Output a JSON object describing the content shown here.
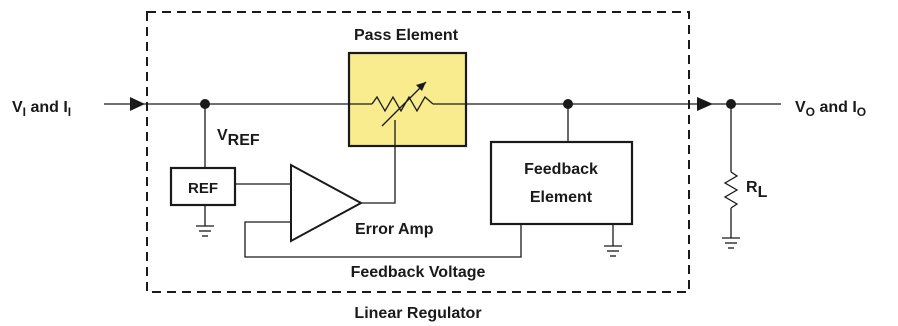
{
  "labels": {
    "input_main": "V",
    "input_main_sub": "I",
    "input_and": " and I",
    "input_and_sub": "I",
    "output_main": "V",
    "output_main_sub": "O",
    "output_and": " and I",
    "output_and_sub": "O",
    "vref_main": "V",
    "vref_sub": "REF",
    "ref_block": "REF",
    "pass_element": "Pass Element",
    "feedback_element_line1": "Feedback",
    "feedback_element_line2": "Element",
    "error_amp": "Error Amp",
    "feedback_voltage": "Feedback Voltage",
    "rl_main": "R",
    "rl_sub": "L",
    "linear_regulator": "Linear Regulator"
  },
  "colors": {
    "pass_element_fill": "#f8ec8e",
    "line": "#1a1a1a"
  },
  "icons": {
    "pass_element": "variable-resistor-icon",
    "error_amp": "op-amp-triangle-icon",
    "load": "resistor-icon",
    "ground": "ground-icon"
  }
}
